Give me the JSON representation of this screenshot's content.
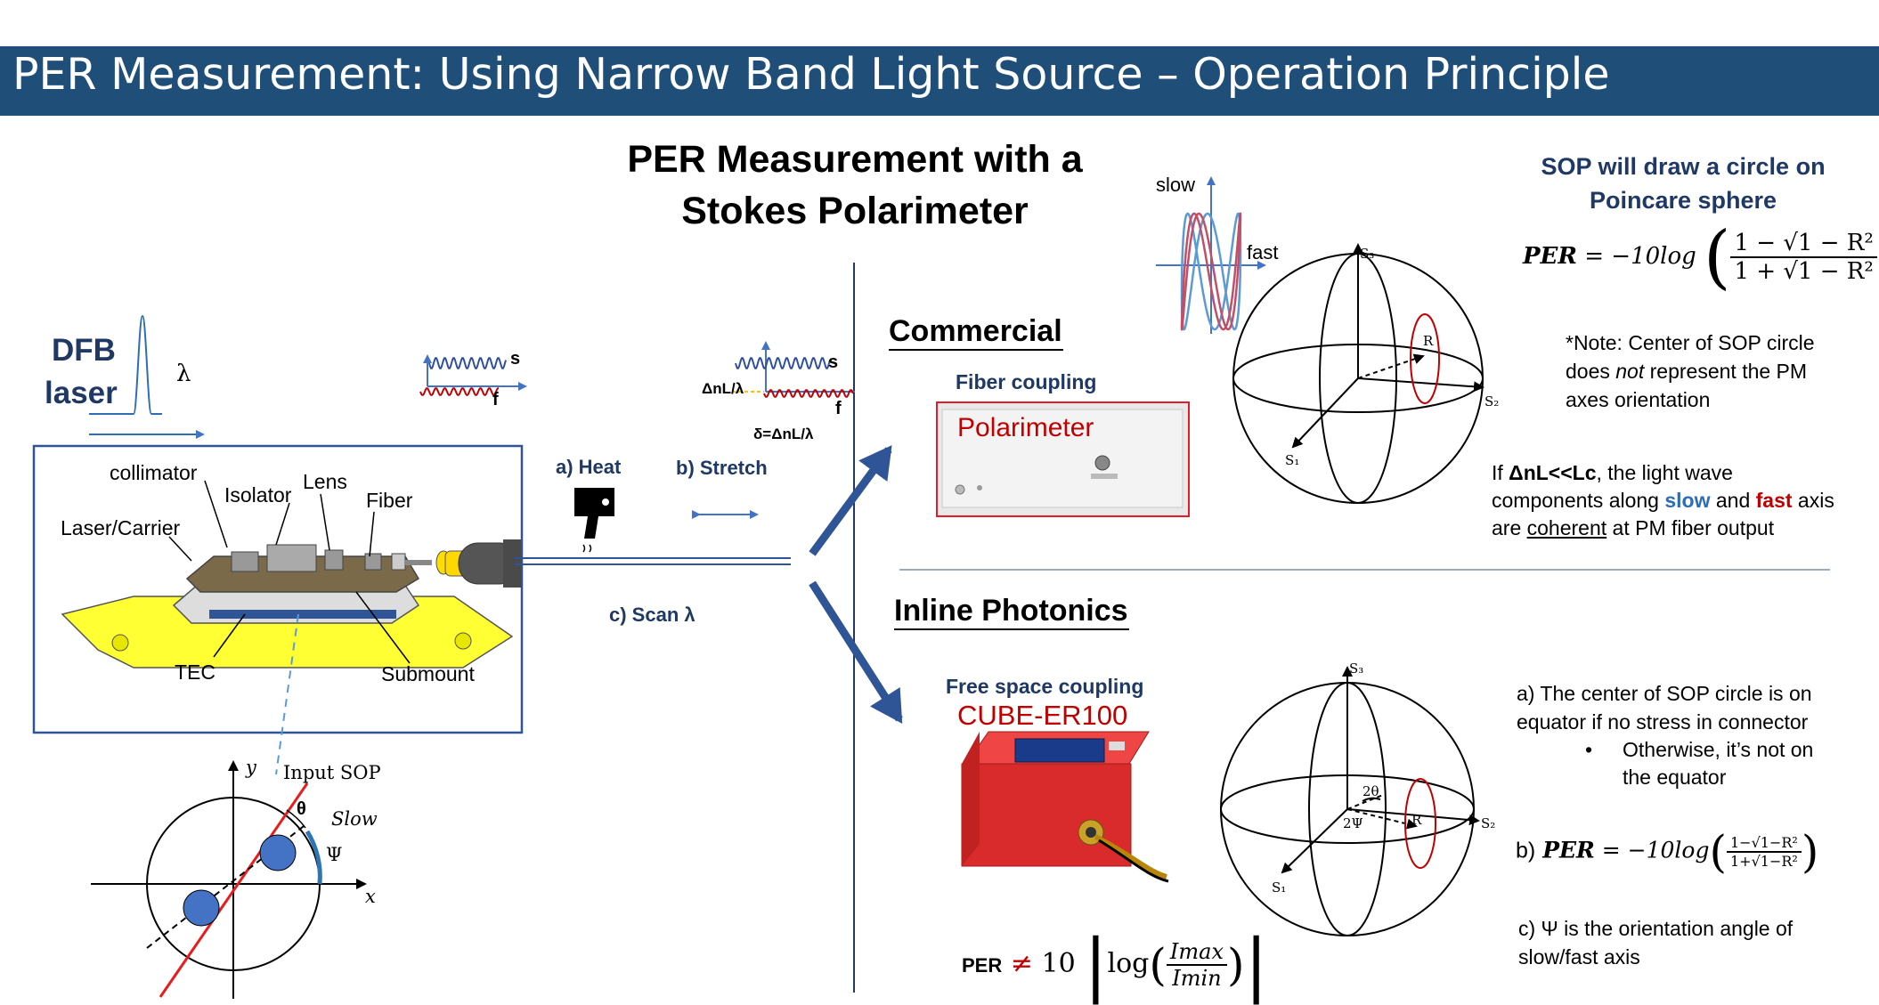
{
  "slide": {
    "title": "PER Measurement: Using Narrow Band Light Source – Operation Principle",
    "heading_line1": "PER Measurement with a",
    "heading_line2": "Stokes Polarimeter"
  },
  "laser": {
    "label_line1": "DFB",
    "label_line2": "laser",
    "lambda": "λ",
    "parts": {
      "collimator": "collimator",
      "isolator": "Isolator",
      "lens": "Lens",
      "fiber": "Fiber",
      "carrier": "Laser/Carrier",
      "tec": "TEC",
      "submount": "Submount"
    }
  },
  "wave_labels": {
    "s1": "s",
    "f1": "f",
    "s2": "s",
    "f2": "f",
    "dnl": "ΔnL/λ",
    "delta": "δ=ΔnL/λ"
  },
  "actions": {
    "heat": "a) Heat",
    "stretch": "b) Stretch",
    "scan": "c) Scan λ"
  },
  "sop_plot": {
    "y": "y",
    "x": "x",
    "input_sop": "Input SOP",
    "theta": "θ",
    "slow": "Slow",
    "psi": "Ψ"
  },
  "commercial": {
    "title": "Commercial",
    "coupling": "Fiber coupling",
    "device": "Polarimeter"
  },
  "lissajous": {
    "slow": "slow",
    "fast": "fast"
  },
  "sphere_top": {
    "s1": "S₁",
    "s2": "S₂",
    "s3": "S₃",
    "r": "R"
  },
  "right_top": {
    "heading_line1": "SOP will draw a circle on",
    "heading_line2": "Poincare sphere",
    "formula_lhs": "PER",
    "formula_eq": "= −10log",
    "formula_num": "1 − √1 − R²",
    "formula_den": "1 + √1 − R²",
    "note_line1": "*Note: Center of SOP circle",
    "note_line2_pre": "does ",
    "note_line2_em": "not",
    "note_line2_post": " represent the PM",
    "note_line3": "axes orientation",
    "coh_line1_pre": "If ",
    "coh_line1_bold": "ΔnL<<Lc",
    "coh_line1_post": ", the light wave",
    "coh_line2_pre": "components along ",
    "coh_line2_slow": "slow",
    "coh_line2_mid": " and ",
    "coh_line2_fast": "fast",
    "coh_line2_post": " axis",
    "coh_line3_pre": "are ",
    "coh_line3_u": "coherent",
    "coh_line3_post": " at PM fiber output"
  },
  "inline": {
    "title": "Inline Photonics",
    "coupling": "Free space coupling",
    "device": "CUBE-ER100",
    "per_label": "PER",
    "per_neq": "≠",
    "per_ten": "10",
    "per_log": "log",
    "per_num": "Imax",
    "per_den": "Imin"
  },
  "sphere_bottom": {
    "s1": "S₁",
    "s2": "S₂",
    "s3": "S₃",
    "r": "R",
    "two_theta": "2θ",
    "two_psi": "2Ψ"
  },
  "right_bottom": {
    "a_line1": "a) The center of SOP circle is on",
    "a_line2": "equator if no stress in connector",
    "bullet": "•",
    "a_sub1": "Otherwise, it’s not on",
    "a_sub2": "the equator",
    "b_prefix": "b)",
    "b_lhs": "PER",
    "b_eq": "= −10log",
    "b_num": "1−√1−R²",
    "b_den": "1+√1−R²",
    "c_line1": "c) Ψ is the orientation angle of",
    "c_line2": "slow/fast axis"
  },
  "colors": {
    "title_bar": "#1f4e79",
    "navy": "#1f3864",
    "accent_blue": "#2e6db4",
    "accent_red": "#c00000",
    "arrow_blue": "#2f5597"
  }
}
